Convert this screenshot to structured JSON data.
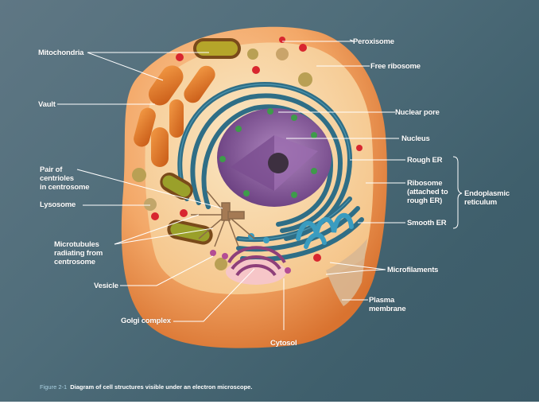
{
  "figure": {
    "number": "Figure 2-1",
    "caption": "Diagram of cell structures visible under an electron microscope.",
    "colors": {
      "background": "#4f6d7a",
      "caption_number": "#a9cfe0",
      "label_text": "#ffffff",
      "cytoplasm": "#f6c98e",
      "membrane": "#e98f4a",
      "rough_er": "#2f6e86",
      "smooth_er": "#3a9cc0",
      "nucleus": "#8c5f9c",
      "golgi": "#8e3f7a",
      "mitochondria": "#e5772a",
      "peroxisome": "#d8262f"
    }
  },
  "labels": {
    "mitochondria": "Mitochondria",
    "vault": "Vault",
    "centrioles": "Pair of\ncentrioles\nin centrosome",
    "lysosome": "Lysosome",
    "microtubules": "Microtubules\nradiating from\ncentrosome",
    "vesicle": "Vesicle",
    "golgi": "Golgi complex",
    "cytosol": "Cytosol",
    "peroxisome": "Peroxisome",
    "free_ribosome": "Free ribosome",
    "nuclear_pore": "Nuclear pore",
    "nucleus": "Nucleus",
    "rough_er": "Rough ER",
    "ribosome_attached": "Ribosome\n(attached to\nrough ER)",
    "smooth_er": "Smooth ER",
    "er_group": "Endoplasmic\nreticulum",
    "microfilaments": "Microfilaments",
    "plasma_membrane": "Plasma\nmembrane"
  }
}
